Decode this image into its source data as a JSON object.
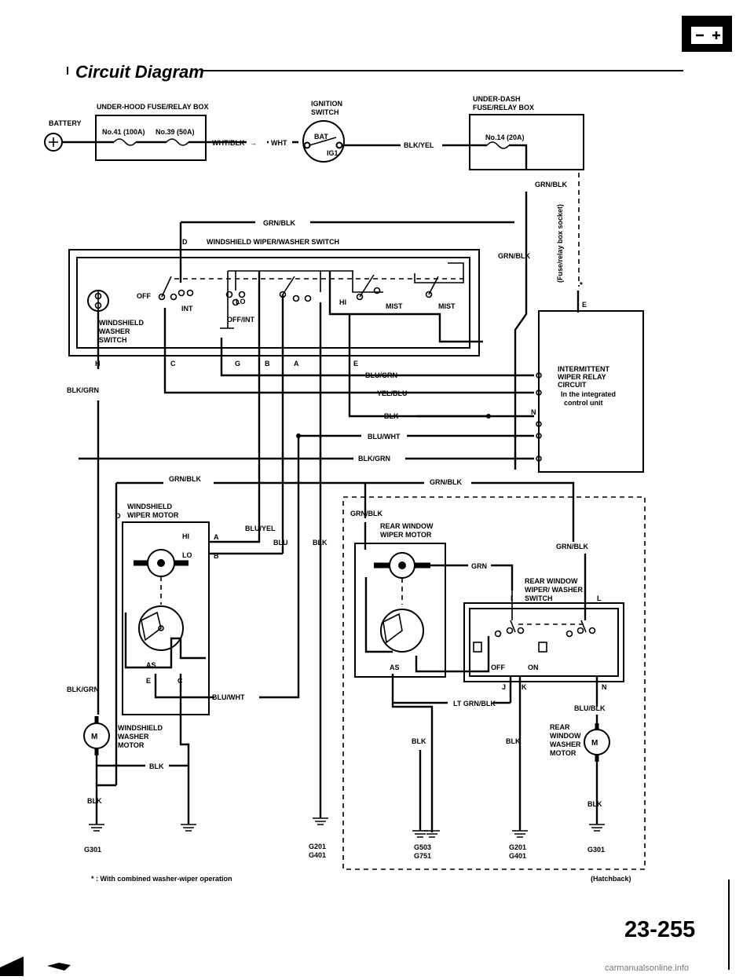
{
  "header": {
    "title": "Circuit Diagram",
    "battery_icon": "battery-icon"
  },
  "top": {
    "battery": "BATTERY",
    "hood_box": "UNDER-HOOD FUSE/RELAY BOX",
    "fuse41": "No.41 (100A)",
    "fuse39": "No.39 (50A)",
    "wire_wht_blk": "WHT/BLK",
    "wire_wht": "WHT",
    "ign_title_1": "IGNITION",
    "ign_title_2": "SWITCH",
    "ign_bat": "BAT",
    "ign_ig1": "IG1",
    "wire_blk_yel": "BLK/YEL",
    "dash_box_1": "UNDER-DASH",
    "dash_box_2": "FUSE/RELAY BOX",
    "fuse14": "No.14 (20A)",
    "grn_blk": "GRN/BLK",
    "fuse_note": "(Fuse/relay box socket)",
    "star": "*"
  },
  "switch": {
    "terminal_d": "D",
    "title": "WINDSHIELD WIPER/WASHER SWITCH",
    "grn_blk": "GRN/BLK",
    "off": "OFF",
    "int": "INT",
    "lo": "LO",
    "hi": "HI",
    "mist1": "MIST",
    "mist2": "MIST",
    "off_int": "OFF/INT",
    "label_1": "WINDSHIELD",
    "label_2": "WASHER",
    "label_3": "SWITCH",
    "t_h": "H",
    "t_c": "C",
    "t_g": "G",
    "t_b": "B",
    "t_a": "A",
    "t_e": "E"
  },
  "wires": {
    "blu_grn": "BLU/GRN",
    "yel_blu": "YEL/BLU",
    "blk": "BLK",
    "blu_wht": "BLU/WHT",
    "blk_grn": "BLK/GRN",
    "left_blk_grn": "BLK/GRN",
    "grn_blk_a": "GRN/BLK",
    "grn_blk_b": "GRN/BLK"
  },
  "relay": {
    "e": "E",
    "n": "N",
    "l1": "INTERMITTENT",
    "l2": "WIPER RELAY",
    "l3": "CIRCUIT",
    "l4": "In the integrated",
    "l5": "control unit"
  },
  "front_motor": {
    "d": "D",
    "l1": "WINDSHIELD",
    "l2": "WIPER MOTOR",
    "blu_yel": "BLU/YEL",
    "hi": "HI",
    "a": "A",
    "lo": "LO",
    "b": "B",
    "blu": "BLU",
    "blk": "BLK",
    "as": "AS",
    "e": "E",
    "c": "C",
    "blk_grn": "BLK/GRN",
    "blu_wht": "BLU/WHT",
    "wm1": "WINDSHIELD",
    "wm2": "WASHER",
    "wm3": "MOTOR",
    "blk_a": "BLK",
    "blk_b": "BLK",
    "g301": "G301",
    "g201": "G201",
    "g401": "G401"
  },
  "rear": {
    "grn_blk": "GRN/BLK",
    "motor_1": "REAR WINDOW",
    "motor_2": "WIPER MOTOR",
    "grn": "GRN",
    "grn_blk_r": "GRN/BLK",
    "sw_1": "REAR WINDOW",
    "sw_2": "WIPER/ WASHER",
    "sw_3": "SWITCH",
    "i": "I",
    "l": "L",
    "as": "AS",
    "off": "OFF",
    "on": "ON",
    "j": "J",
    "k": "K",
    "n": "N",
    "lt_grn_blk": "LT GRN/BLK",
    "blu_blk": "BLU/BLK",
    "rm1": "REAR",
    "rm2": "WINDOW",
    "rm3": "WASHER",
    "rm4": "MOTOR",
    "blk1": "BLK",
    "blk2": "BLK",
    "blk3": "BLK",
    "g503": "G503",
    "g751": "G751",
    "g201": "G201",
    "g401": "G401",
    "g301": "G301",
    "hatch": "(Hatchback)"
  },
  "footer": {
    "note": "* : With combined washer-wiper operation",
    "page_number": "23-255",
    "watermark": "carmanualsonline.info"
  }
}
